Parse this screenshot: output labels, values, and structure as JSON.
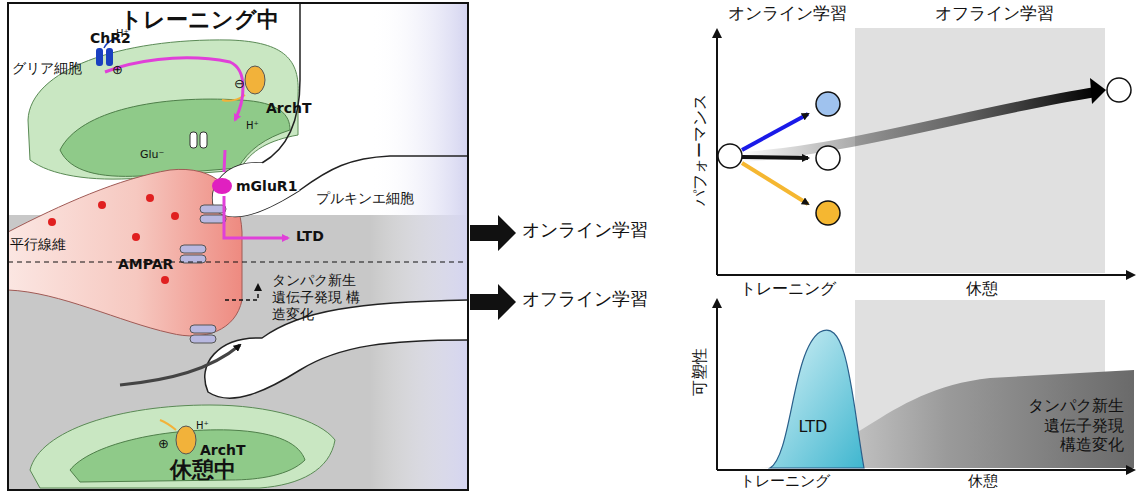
{
  "diagram": {
    "nodes": [
      {
        "text": [
          "トレーニング中",
          "休憩中"
        ]
      },
      {
        "text": [
          "LTD"
        ]
      },
      {
        "text": [
          "タンパク新生 遺伝子発現 構造変化"
        ]
      }
    ],
    "labels": [
      "ChR2",
      "H⁺",
      "⊕",
      "ArchT",
      "H⁺",
      "⊖",
      "グリア細胞",
      "Glu⁻",
      "mGluR1",
      "プルキンエ細胞",
      "LTD",
      "平行線維",
      "AMPAR",
      "タンパク新生 遺伝子発現 構造変化",
      "⊕",
      "ArchT",
      "H⁺",
      "オンライン学習",
      "オフライン学習",
      "オンライン学習",
      "オフライン学習",
      "パフォーマンス",
      "トレーニング",
      "休憩",
      "可塑性",
      "トレーニング",
      "休憩"
    ]
  }
}
